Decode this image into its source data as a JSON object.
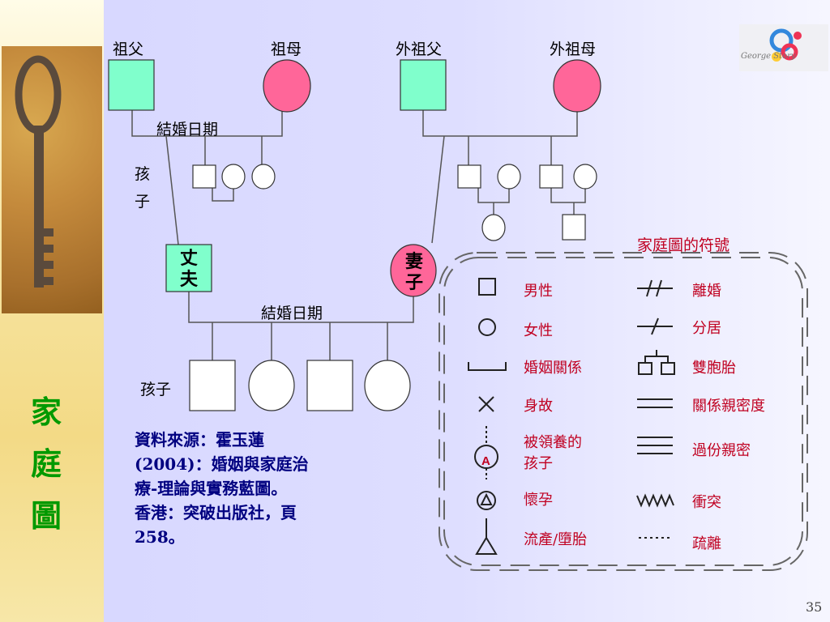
{
  "side_title": [
    "家",
    "庭",
    "圖"
  ],
  "logo": {
    "text": "George        Story"
  },
  "family": {
    "grandfather": "祖父",
    "grandmother": "祖母",
    "maternal_grandfather": "外祖父",
    "maternal_grandmother": "外祖母",
    "marriage_date_top": "結婚日期",
    "children_top": [
      "孩",
      "子"
    ],
    "husband": [
      "丈",
      "夫"
    ],
    "wife": [
      "妻",
      "子"
    ],
    "marriage_date_bottom": "結婚日期",
    "children_bottom": "孩子"
  },
  "legend": {
    "title": "家庭圖的符號",
    "left": [
      {
        "icon": "square-icon",
        "label": "男性"
      },
      {
        "icon": "circle-icon",
        "label": "女性"
      },
      {
        "icon": "marriage-line-icon",
        "label": "婚姻關係"
      },
      {
        "icon": "cross-icon",
        "label": "身故"
      },
      {
        "icon": "adopted-icon",
        "label": "被領養的孩子",
        "lines": [
          "被領養的",
          "孩子"
        ],
        "letter": "A"
      },
      {
        "icon": "pregnancy-icon",
        "label": "懷孕"
      },
      {
        "icon": "miscarriage-icon",
        "label": "流產/墮胎"
      }
    ],
    "right": [
      {
        "icon": "divorce-icon",
        "label": "離婚"
      },
      {
        "icon": "separation-icon",
        "label": "分居"
      },
      {
        "icon": "twins-icon",
        "label": "雙胞胎"
      },
      {
        "icon": "close-relation-icon",
        "label": "關係親密度"
      },
      {
        "icon": "overly-close-icon",
        "label": "過份親密"
      },
      {
        "icon": "conflict-icon",
        "label": "衝突"
      },
      {
        "icon": "distant-icon",
        "label": "疏離"
      }
    ]
  },
  "source": [
    "資料來源：霍玉蓮",
    "(2004)：婚姻與家庭治",
    "療-理論與實務藍圖。",
    "香港：突破出版社，頁",
    "258。"
  ],
  "page_number": "35",
  "colors": {
    "male": "#80ffcc",
    "female": "#ff6699",
    "legend_text": "#c00020",
    "side_title": "#009900",
    "source_text": "#000080"
  }
}
